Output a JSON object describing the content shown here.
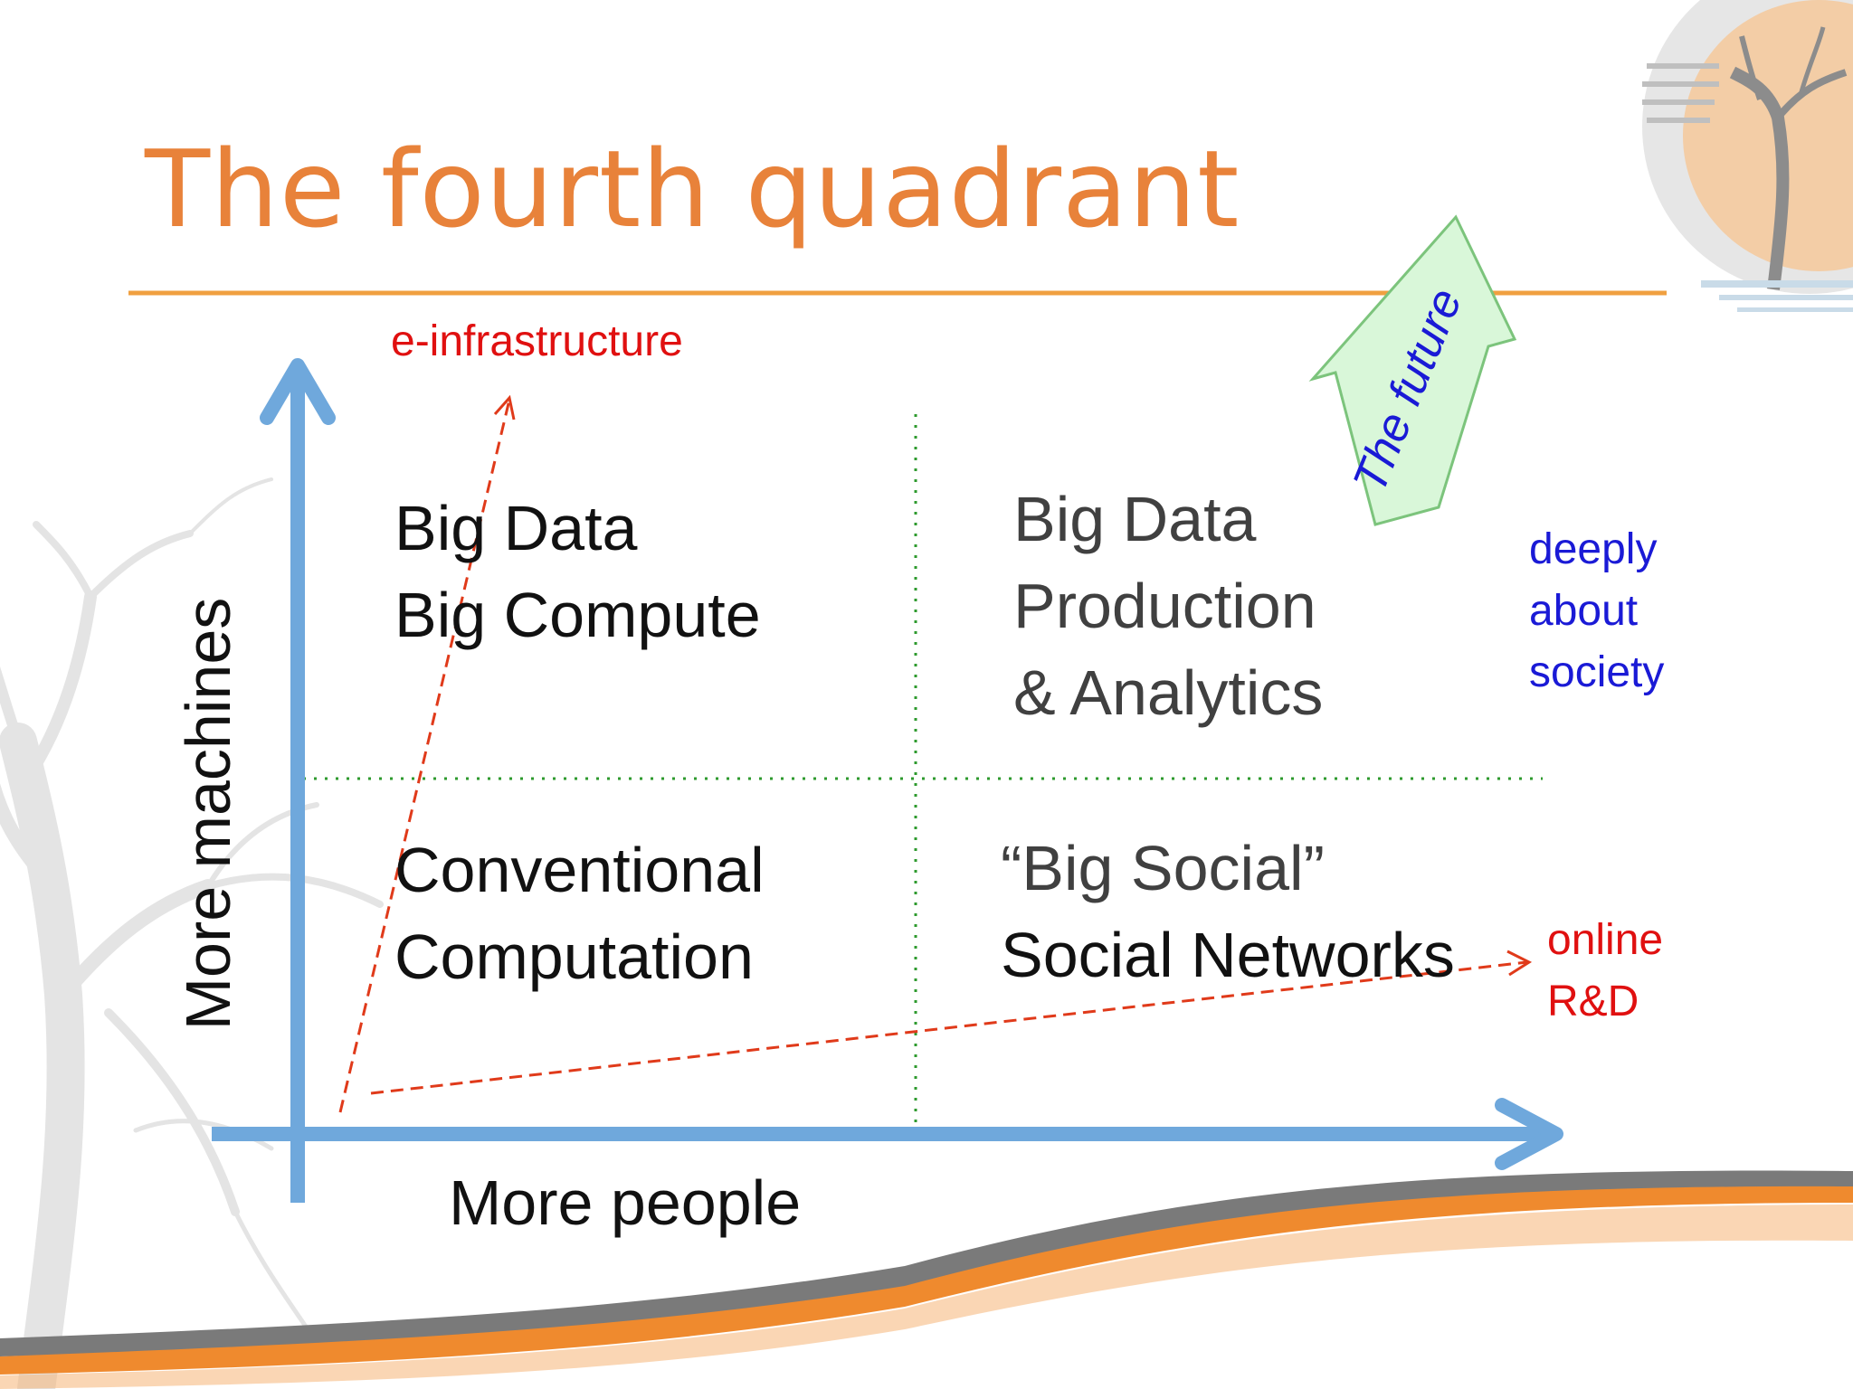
{
  "title": "The fourth quadrant",
  "axes": {
    "x_label": "More people",
    "y_label": "More machines"
  },
  "quadrants": {
    "top_left": [
      "Big Data",
      "Big Compute"
    ],
    "top_right": [
      "Big Data",
      "Production",
      "& Analytics"
    ],
    "bottom_left": [
      "Conventional",
      "Computation"
    ],
    "bottom_right": [
      "“Big Social”",
      "Social Networks"
    ]
  },
  "annotations": {
    "e_infrastructure": "e-infrastructure",
    "online_rd": [
      "online",
      "R&D"
    ],
    "deeply_about_society": [
      "deeply",
      "about",
      "society"
    ],
    "the_future": "The future"
  },
  "colors": {
    "title": "#e8823a",
    "axis": "#6fa8dc",
    "future_arrow_fill": "#d9f7d9",
    "future_arrow_stroke": "#7cc47c",
    "dashed_arrows": "#e03a1a",
    "divider": "#2e9a2e",
    "annotation_blue": "#1a1ad6",
    "annotation_red": "#e01010",
    "swoosh_orange": "#ef8a2e",
    "swoosh_gray": "#7a7a7a"
  }
}
